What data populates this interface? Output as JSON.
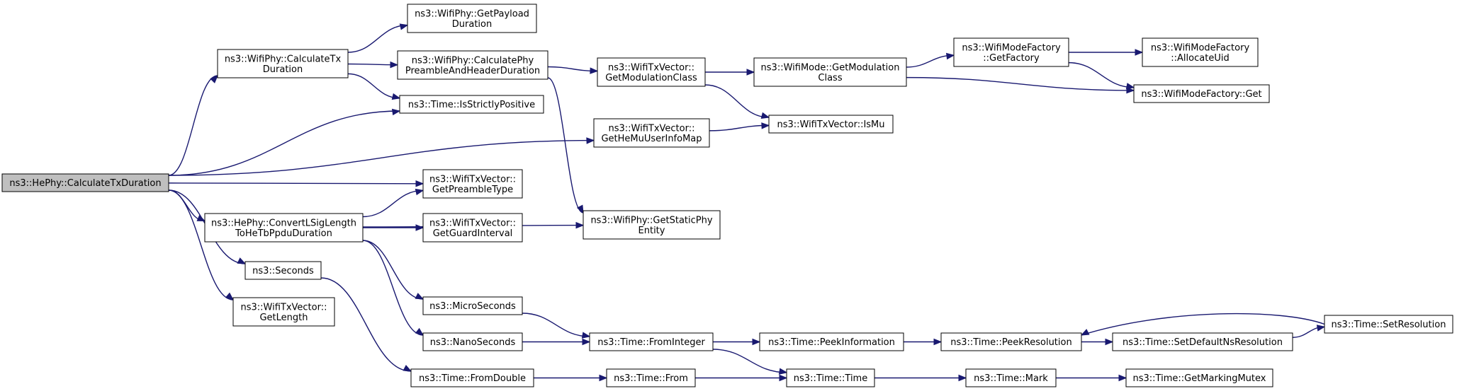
{
  "graph": {
    "edge_color": "#191970",
    "root_fill": "#bfbfbf",
    "nodes": {
      "n0": [
        "ns3::HePhy::CalculateTxDuration"
      ],
      "n1": [
        "ns3::WifiPhy::CalculateTx",
        "Duration"
      ],
      "n2": [
        "ns3::WifiPhy::GetPayload",
        "Duration"
      ],
      "n3": [
        "ns3::WifiPhy::CalculatePhy",
        "PreambleAndHeaderDuration"
      ],
      "n4": [
        "ns3::Time::IsStrictlyPositive"
      ],
      "n5": [
        "ns3::WifiTxVector::",
        "GetModulationClass"
      ],
      "n6": [
        "ns3::WifiMode::GetModulation",
        "Class"
      ],
      "n7": [
        "ns3::WifiModeFactory",
        "::GetFactory"
      ],
      "n8": [
        "ns3::WifiModeFactory",
        "::AllocateUid"
      ],
      "n9": [
        "ns3::WifiModeFactory::Get"
      ],
      "n10": [
        "ns3::WifiTxVector::",
        "GetHeMuUserInfoMap"
      ],
      "n11": [
        "ns3::WifiTxVector::IsMu"
      ],
      "n12": [
        "ns3::WifiTxVector::",
        "GetPreambleType"
      ],
      "n13": [
        "ns3::HePhy::ConvertLSigLength",
        "ToHeTbPpduDuration"
      ],
      "n14": [
        "ns3::WifiTxVector::",
        "GetGuardInterval"
      ],
      "n15": [
        "ns3::WifiPhy::GetStaticPhy",
        "Entity"
      ],
      "n16": [
        "ns3::Seconds"
      ],
      "n17": [
        "ns3::WifiTxVector::",
        "GetLength"
      ],
      "n18": [
        "ns3::MicroSeconds"
      ],
      "n19": [
        "ns3::NanoSeconds"
      ],
      "n20": [
        "ns3::Time::FromInteger"
      ],
      "n21": [
        "ns3::Time::PeekInformation"
      ],
      "n22": [
        "ns3::Time::PeekResolution"
      ],
      "n23": [
        "ns3::Time::SetDefaultNsResolution"
      ],
      "n24": [
        "ns3::Time::SetResolution"
      ],
      "n25": [
        "ns3::Time::FromDouble"
      ],
      "n26": [
        "ns3::Time::From"
      ],
      "n27": [
        "ns3::Time::Time"
      ],
      "n28": [
        "ns3::Time::Mark"
      ],
      "n29": [
        "ns3::Time::GetMarkingMutex"
      ]
    },
    "edges": [
      [
        "n0",
        "n1"
      ],
      [
        "n0",
        "n4"
      ],
      [
        "n0",
        "n10"
      ],
      [
        "n0",
        "n12"
      ],
      [
        "n0",
        "n13"
      ],
      [
        "n0",
        "n16"
      ],
      [
        "n0",
        "n17"
      ],
      [
        "n1",
        "n2"
      ],
      [
        "n1",
        "n3"
      ],
      [
        "n1",
        "n4"
      ],
      [
        "n3",
        "n5"
      ],
      [
        "n3",
        "n15"
      ],
      [
        "n5",
        "n6"
      ],
      [
        "n5",
        "n11"
      ],
      [
        "n6",
        "n7"
      ],
      [
        "n6",
        "n9"
      ],
      [
        "n7",
        "n8"
      ],
      [
        "n7",
        "n9"
      ],
      [
        "n10",
        "n11"
      ],
      [
        "n13",
        "n12"
      ],
      [
        "n13",
        "n14"
      ],
      [
        "n13",
        "n15"
      ],
      [
        "n13",
        "n18"
      ],
      [
        "n13",
        "n19"
      ],
      [
        "n16",
        "n25"
      ],
      [
        "n18",
        "n20"
      ],
      [
        "n19",
        "n20"
      ],
      [
        "n20",
        "n21"
      ],
      [
        "n20",
        "n27"
      ],
      [
        "n21",
        "n22"
      ],
      [
        "n22",
        "n23"
      ],
      [
        "n23",
        "n24"
      ],
      [
        "n24",
        "n22"
      ],
      [
        "n25",
        "n26"
      ],
      [
        "n26",
        "n27"
      ],
      [
        "n27",
        "n28"
      ],
      [
        "n28",
        "n29"
      ]
    ]
  }
}
